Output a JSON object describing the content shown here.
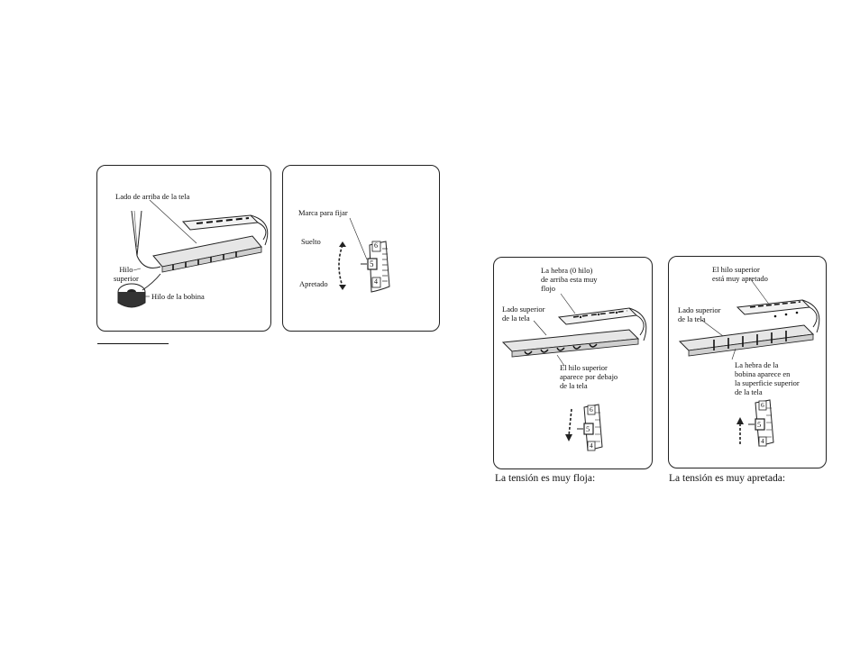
{
  "figure_normal": {
    "label_fabric_top": "Lado de arriba de la tela",
    "label_upper_thread": "Hilo\nsuperior",
    "label_bobbin_thread": "Hilo de la bobina"
  },
  "figure_dial": {
    "label_mark": "Marca para fijar",
    "label_loose": "Suelto",
    "label_tight": "Apretado",
    "dial_numbers": [
      "6",
      "5",
      "4"
    ]
  },
  "figure_loose": {
    "label_thread_loose": "La hebra (0 hilo)\nde arriba esta muy\nflojo",
    "label_fabric_top": "Lado superior\nde la tela",
    "label_under": "El hilo superior\naparece por debajo\nde la tela",
    "caption": "La tensión es muy floja:"
  },
  "figure_tight": {
    "label_thread_tight": "El hilo superior\nestá muy apretado",
    "label_fabric_top": "Lado superior\nde la tela",
    "label_bobbin_surface": "La hebra de la\nbobina aparece en\nla superficie superior\nde la tela",
    "caption": "La tensión es muy apretada:"
  }
}
